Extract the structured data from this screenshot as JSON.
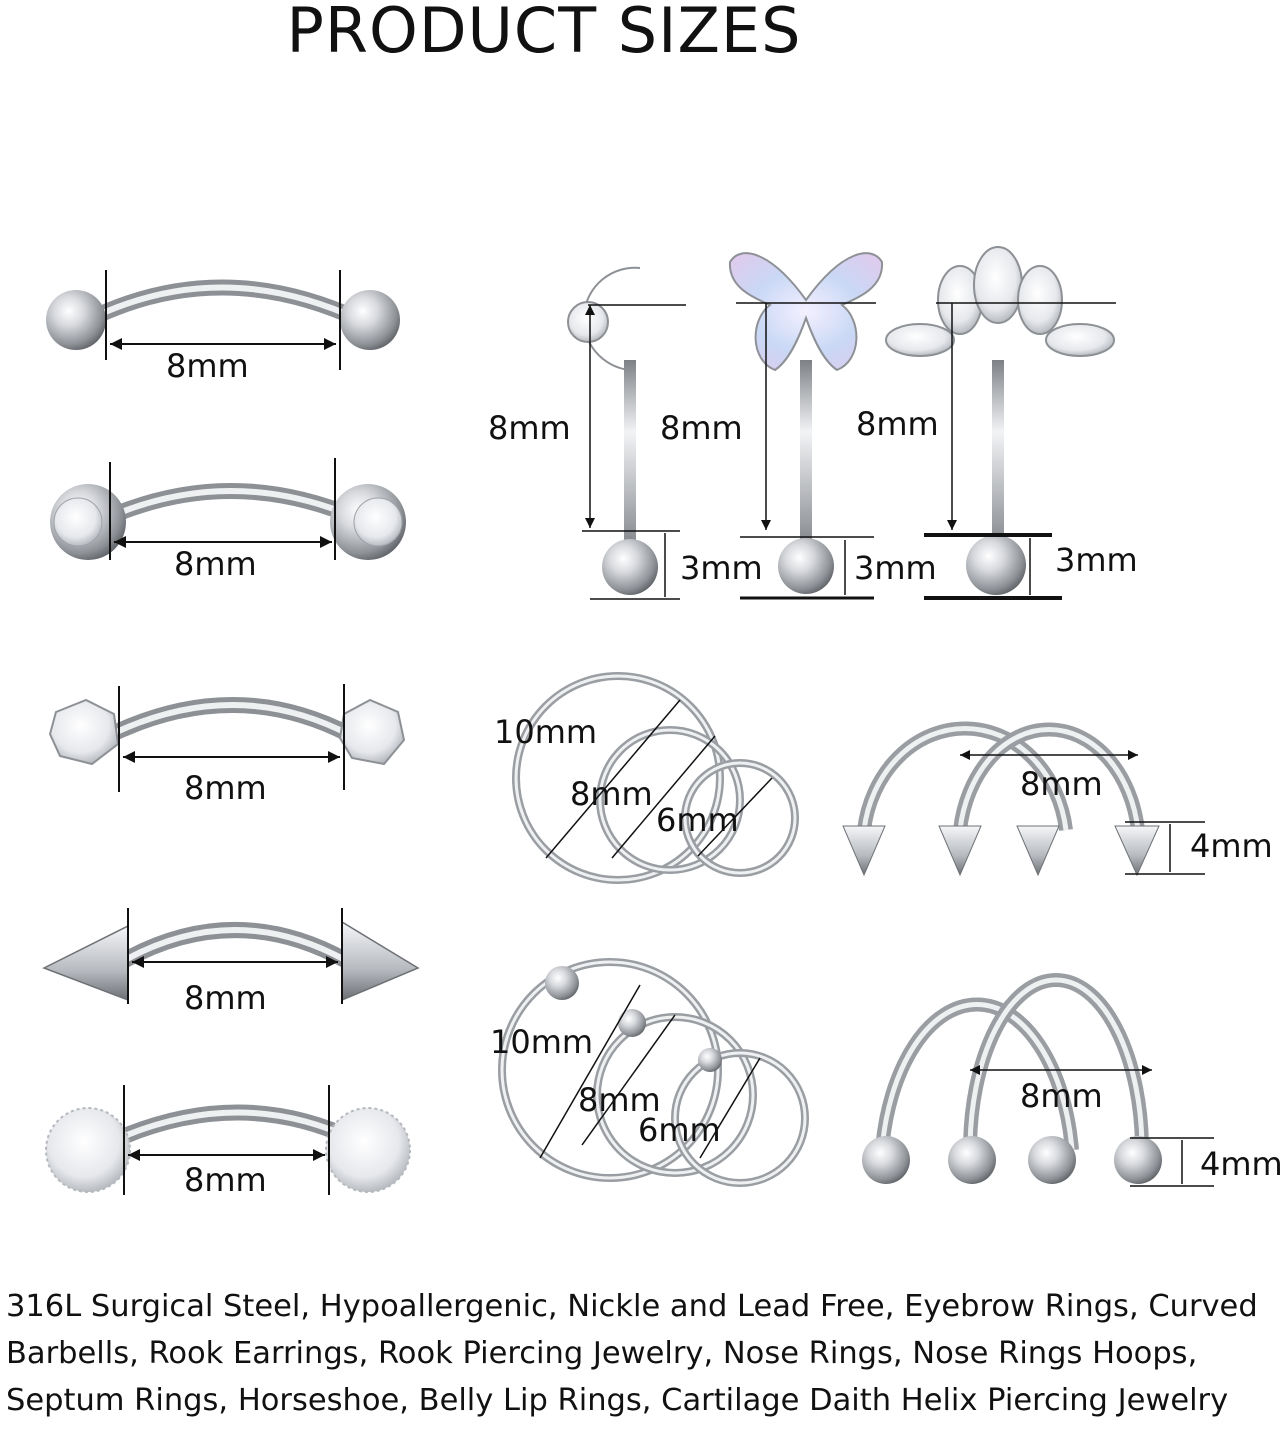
{
  "title": "PRODUCT SIZES",
  "labels": {
    "barbell_1": "8mm",
    "barbell_2": "8mm",
    "barbell_3": "8mm",
    "barbell_4": "8mm",
    "barbell_5": "8mm",
    "moon_length": "8mm",
    "butterfly_length": "8mm",
    "crown_length": "8mm",
    "moon_ball": "3mm",
    "butterfly_ball": "3mm",
    "crown_ball": "3mm",
    "hoop_large": "10mm",
    "hoop_medium": "8mm",
    "hoop_small": "6mm",
    "spike_horseshoe_width": "8mm",
    "spike_horseshoe_end": "4mm",
    "bead_hoop_large": "10mm",
    "bead_hoop_medium": "8mm",
    "bead_hoop_small": "6mm",
    "ball_horseshoe_width": "8mm",
    "ball_horseshoe_end": "4mm"
  },
  "description": "316L Surgical Steel, Hypoallergenic, Nickle and Lead Free, Eyebrow Rings, Curved Barbells, Rook Earrings, Rook Piercing Jewelry, Nose Rings, Nose Rings Hoops, Septum Rings, Horseshoe, Belly Lip Rings, Cartilage Daith Helix Piercing Jewelry"
}
